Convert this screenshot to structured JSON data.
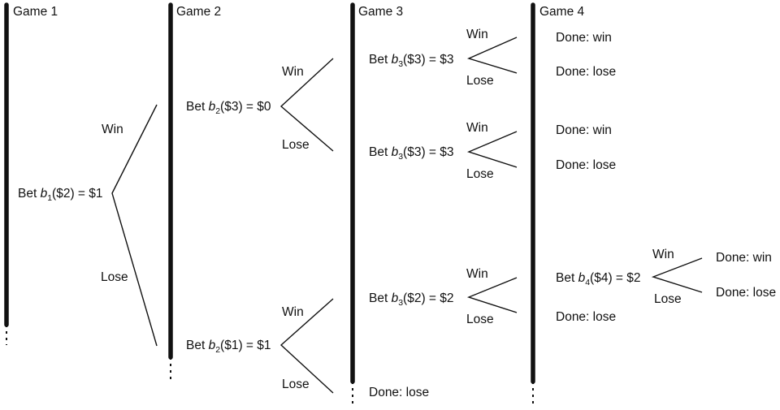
{
  "games": [
    "Game 1",
    "Game 2",
    "Game 3",
    "Game 4"
  ],
  "bets": {
    "g1": {
      "pre": "Bet ",
      "b": "b",
      "sub": "1",
      "post": "($2) = $1"
    },
    "g2_top": {
      "pre": "Bet ",
      "b": "b",
      "sub": "2",
      "post": "($3) = $0"
    },
    "g2_bot": {
      "pre": "Bet ",
      "b": "b",
      "sub": "2",
      "post": "($1) = $1"
    },
    "g3_a": {
      "pre": "Bet ",
      "b": "b",
      "sub": "3",
      "post": "($3) = $3"
    },
    "g3_b": {
      "pre": "Bet ",
      "b": "b",
      "sub": "3",
      "post": "($3) = $3"
    },
    "g3_c": {
      "pre": "Bet ",
      "b": "b",
      "sub": "3",
      "post": "($2) = $2"
    },
    "g4": {
      "pre": "Bet ",
      "b": "b",
      "sub": "4",
      "post": "($4) = $2"
    }
  },
  "labels": {
    "win": "Win",
    "lose": "Lose"
  },
  "done": {
    "win": "Done: win",
    "lose": "Done: lose"
  }
}
